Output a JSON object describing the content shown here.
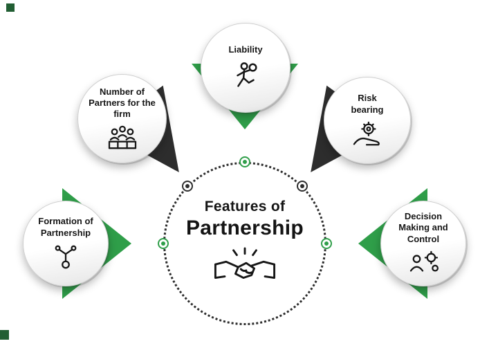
{
  "colors": {
    "green": "#2f9e49",
    "dark": "#2d2d2d",
    "green_dark": "#215e33"
  },
  "title": {
    "line1": "Features of",
    "line2": "Partnership"
  },
  "center": {
    "icon": "handshake-icon"
  },
  "nodes": [
    {
      "id": "liability",
      "label": "Liability",
      "icon": "person-with-ball-icon",
      "pointer_color": "green",
      "position": "top"
    },
    {
      "id": "number-of-partners",
      "label": "Number of Partners for the firm",
      "icon": "three-partners-podium-icon",
      "pointer_color": "dark",
      "position": "upper-left"
    },
    {
      "id": "risk-bearing",
      "label": "Risk bearing",
      "icon": "hand-holding-gear-icon",
      "pointer_color": "dark",
      "position": "upper-right"
    },
    {
      "id": "formation-of-partnership",
      "label": "Formation of Partnership",
      "icon": "branching-structure-icon",
      "pointer_color": "green",
      "position": "left"
    },
    {
      "id": "decision-making-and-control",
      "label": "Decision Making and Control",
      "icon": "person-with-gears-icon",
      "pointer_color": "green",
      "position": "right"
    }
  ]
}
